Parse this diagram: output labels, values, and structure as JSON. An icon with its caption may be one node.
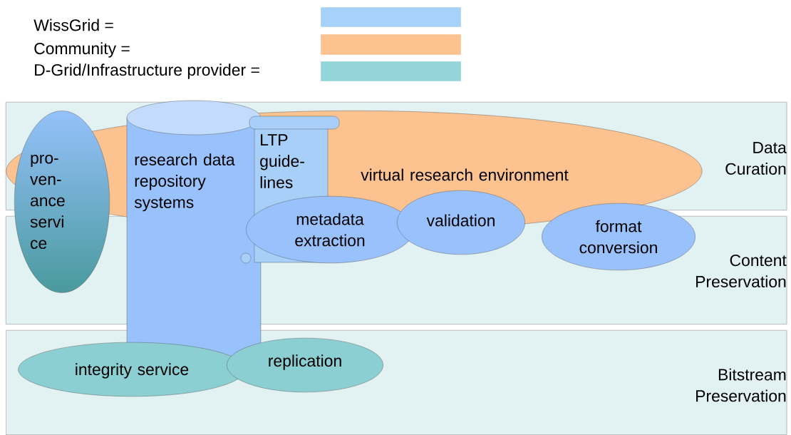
{
  "diagram": {
    "nodes": [
      {
        "text": [
          "Data Curation"
        ]
      },
      {
        "text": [
          "Content Preservation"
        ]
      },
      {
        "text": [
          "Bitstream Preservation"
        ]
      },
      {
        "text": [
          "virtual research environment"
        ]
      },
      {
        "text": [
          "pro- ven- ance servi ce"
        ]
      },
      {
        "text": [
          "research data repository systems"
        ]
      },
      {
        "text": [
          "LTP guide- lines"
        ]
      },
      {
        "text": [
          "metadata extraction"
        ]
      },
      {
        "text": [
          "validation"
        ]
      },
      {
        "text": [
          "format conversion"
        ]
      },
      {
        "text": [
          "integrity service"
        ],
        "in": 2
      },
      {
        "text": [
          "replication"
        ],
        "in": 2
      }
    ],
    "edges": [],
    "legend": [
      {
        "text": "WissGrid =",
        "color": "#a6d2fa"
      },
      {
        "text": "Community =",
        "color": "#fcc28f"
      },
      {
        "text": "D-Grid/Infrastructure provider =",
        "color": "#93d5d9"
      }
    ]
  }
}
